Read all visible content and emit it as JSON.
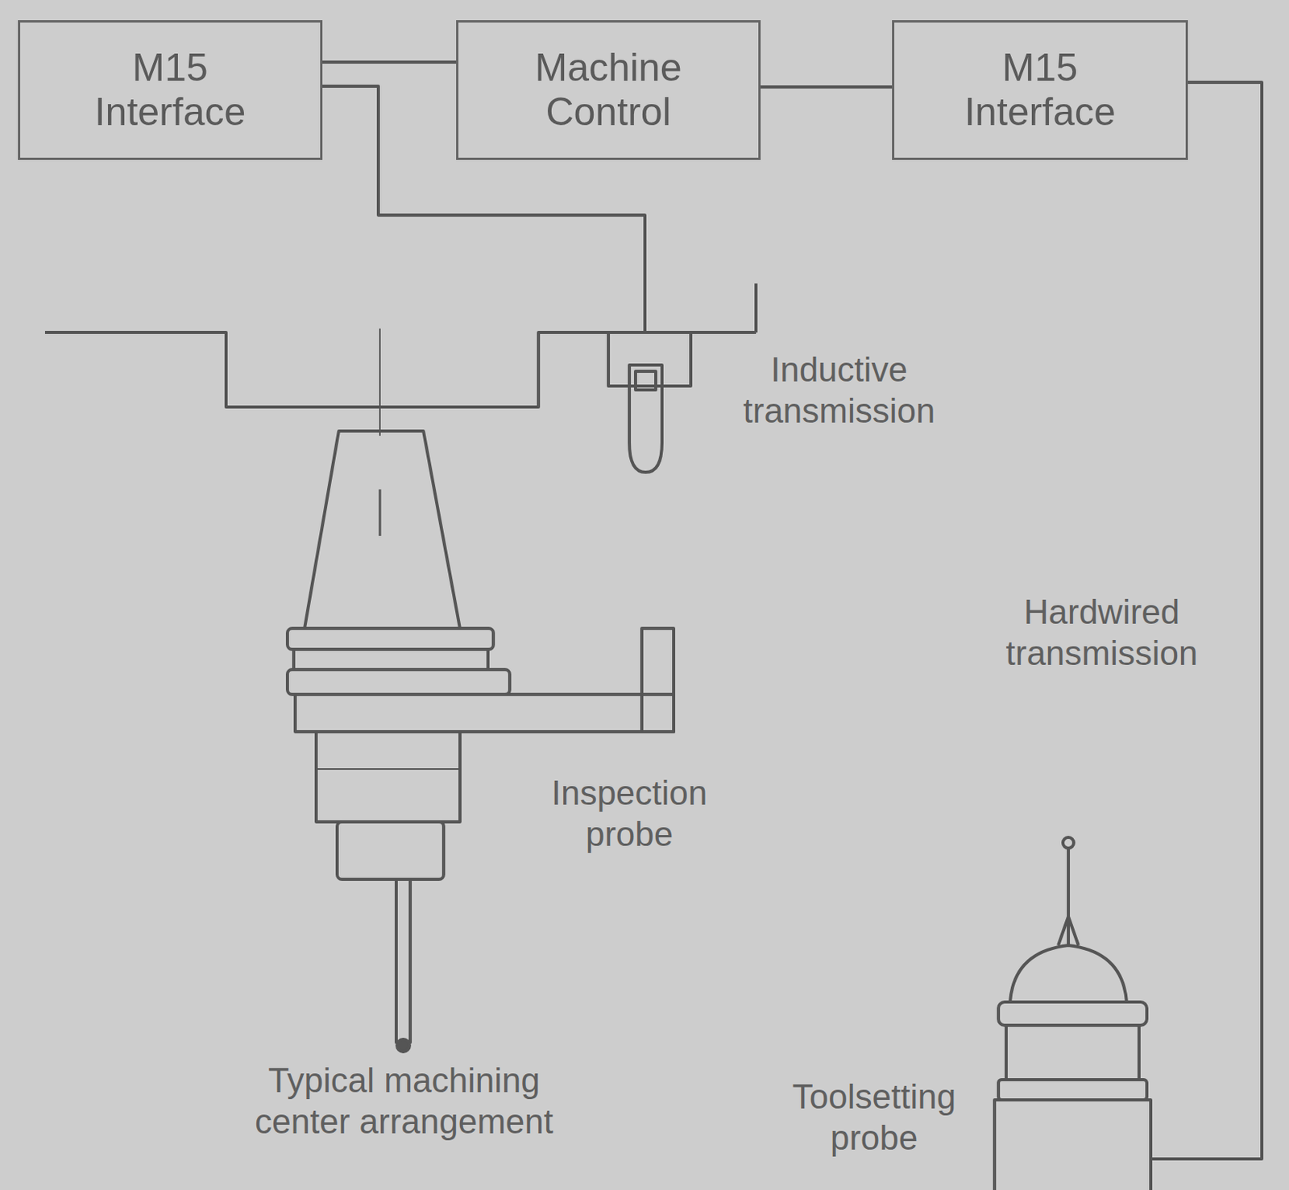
{
  "diagram": {
    "nodes": [
      {
        "text": [
          "M15 Interface"
        ]
      },
      {
        "text": [
          "Machine Control"
        ]
      },
      {
        "text": [
          "M15 Interface"
        ]
      }
    ],
    "edges": [
      {
        "from": 0,
        "to": 1,
        "arrow": "none"
      },
      {
        "from": 1,
        "to": 2,
        "arrow": "none"
      }
    ],
    "labels": [
      "Inductive transmission",
      "Hardwired transmission",
      "Inspection probe",
      "Typical machining center arrangement",
      "Toolsetting probe"
    ]
  }
}
